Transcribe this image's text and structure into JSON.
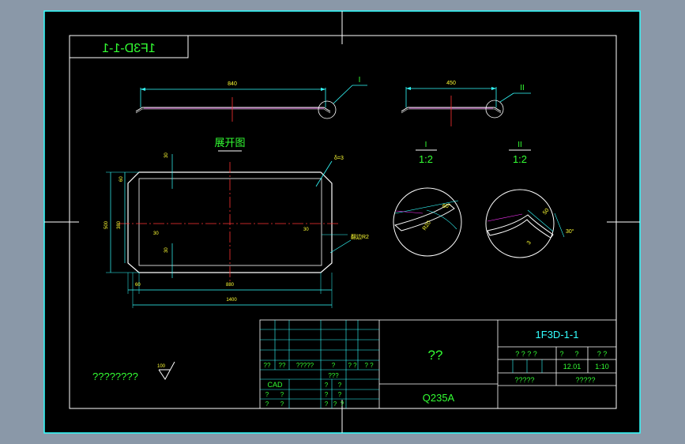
{
  "drawing_number": "1F3D-1-1",
  "drawing_number_mirrored": "1F3D-1-1",
  "top_view": {
    "dim_length": "840"
  },
  "side_view": {
    "dim_length": "450"
  },
  "callouts": {
    "detail1": "I",
    "detail2": "II"
  },
  "flat_pattern": {
    "title": "展开图",
    "thickness": "δ=3",
    "dim_top_offset": "30",
    "dim_left_a": "60",
    "dim_left_b": "380",
    "dim_overall_height": "500",
    "dim_center_left": "30",
    "dim_center_right": "30",
    "dim_bottom_offset": "30",
    "dim_corner": "60",
    "dim_inner_width": "880",
    "dim_overall_width": "1400",
    "note_bend": "翻边R2"
  },
  "detail1": {
    "label": "I",
    "scale": "1:2",
    "angle": "60°",
    "dim": "R20"
  },
  "detail2": {
    "label": "II",
    "scale": "1:2",
    "angle": "30°",
    "dim_a": "50",
    "dim_b": "3"
  },
  "surface": {
    "note": "????????",
    "roughness": "100"
  },
  "title_block": {
    "part_name": "??",
    "material": "Q235A",
    "drawing_no": "1F3D-1-1",
    "header_cells": [
      "? ? ? ?",
      "?",
      "?",
      "? ?"
    ],
    "weight": "12.01",
    "scale": "1:10",
    "sheets_left": "?????",
    "sheets_right": "?????",
    "row1": [
      "??",
      "??",
      "?????",
      "?",
      "? ?",
      "? ?"
    ],
    "row2_mid": "???",
    "cad": "CAD",
    "cad_cells": [
      "?",
      "?"
    ],
    "row3": [
      "?",
      "?",
      "?",
      "?"
    ],
    "row4": [
      "?",
      "?",
      "?",
      "?",
      "?"
    ]
  }
}
